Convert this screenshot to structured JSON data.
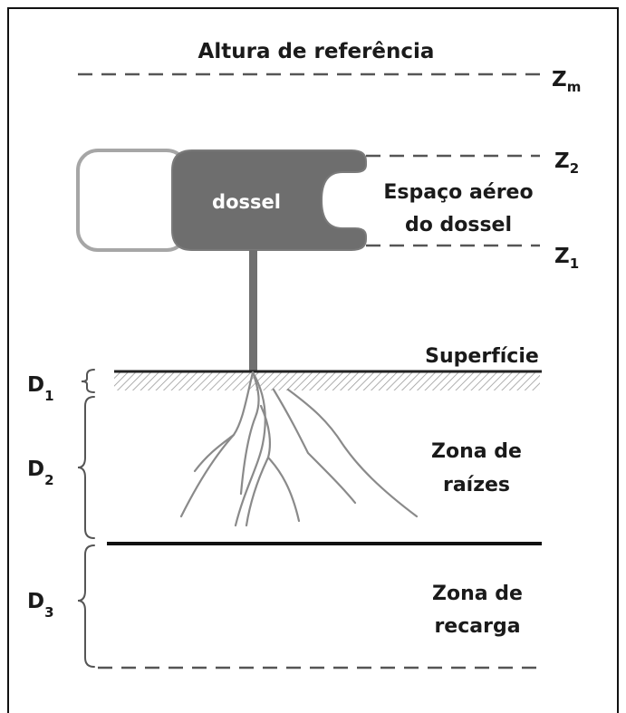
{
  "diagram": {
    "reference_height_label": "Altura de referência",
    "zm": {
      "base": "Z",
      "sub": "m"
    },
    "z2": {
      "base": "Z",
      "sub": "2"
    },
    "z1": {
      "base": "Z",
      "sub": "1"
    },
    "canopy_label": "dossel",
    "canopy_space_line1": "Espaço aéreo",
    "canopy_space_line2": "do dossel",
    "surface_label": "Superfície",
    "root_zone_line1": "Zona de",
    "root_zone_line2": "raízes",
    "recharge_zone_line1": "Zona de",
    "recharge_zone_line2": "recarga",
    "d1": {
      "base": "D",
      "sub": "1"
    },
    "d2": {
      "base": "D",
      "sub": "2"
    },
    "d3": {
      "base": "D",
      "sub": "3"
    }
  },
  "colors": {
    "line": "#222222",
    "canopy_fill": "#6e6e6e",
    "canopy_outline": "#9a9a9a",
    "root": "#8a8a8a",
    "frame": "#111111"
  }
}
